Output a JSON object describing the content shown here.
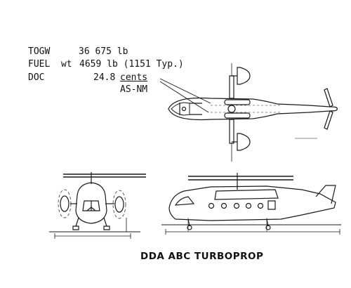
{
  "specs": {
    "togw_label": "TOGW",
    "togw_value": "36 675 lb",
    "fuel_label": "FUEL  wt",
    "fuel_value": "4659 lb (1151 Typ.)",
    "doc_label": "DOC",
    "doc_value": "24.8",
    "doc_unit_top": "cents",
    "doc_unit_bottom": "AS-NM"
  },
  "caption": "DDA ABC TURBOPROP"
}
